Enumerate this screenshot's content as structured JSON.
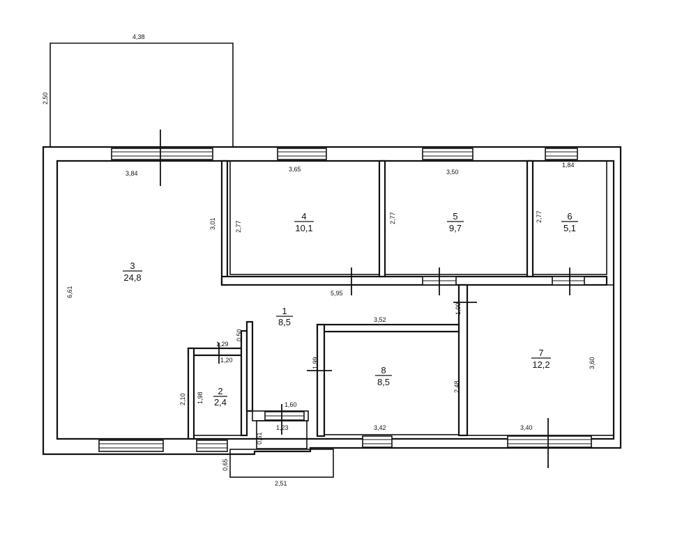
{
  "rooms": [
    {
      "number": "1",
      "area": "8,5"
    },
    {
      "number": "2",
      "area": "2,4"
    },
    {
      "number": "3",
      "area": "24,8"
    },
    {
      "number": "4",
      "area": "10,1"
    },
    {
      "number": "5",
      "area": "9,7"
    },
    {
      "number": "6",
      "area": "5,1"
    },
    {
      "number": "7",
      "area": "12,2"
    },
    {
      "number": "8",
      "area": "8,5"
    }
  ],
  "dimensions": {
    "balcony_width": "4,38",
    "balcony_depth": "2,50",
    "room3_top": "3,84",
    "room3_side": "6,61",
    "room4_top": "3,65",
    "room4_side": "2,77",
    "room5_top": "3,50",
    "room5_side": "2,77",
    "room6_top": "1,84",
    "room6_side": "2,77",
    "corridor_wall": "3,01",
    "corridor_len": "5,95",
    "corridor_gap": "1,00",
    "room8_top": "3,52",
    "room8_left": "1,99",
    "room8_bottom": "3,42",
    "room8_right": "2,48",
    "room7_side": "3,60",
    "room7_bottom": "3,40",
    "room2_top1": "1,29",
    "room2_top2": "1,20",
    "room2_outer": "2,10",
    "room2_inner": "1,98",
    "hall_post": "0,50",
    "hall_width": "1,60",
    "entry_width": "1,23",
    "entry_depth": "0,61",
    "porch_depth": "0,65",
    "porch_width": "2,51"
  }
}
